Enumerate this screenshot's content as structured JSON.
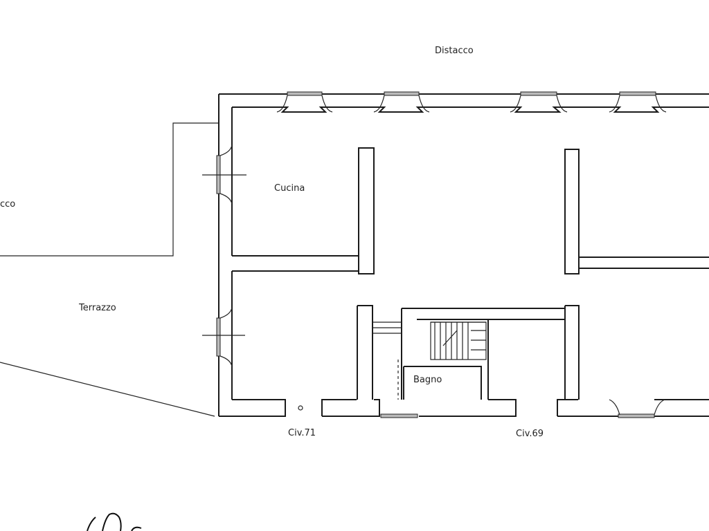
{
  "plan": {
    "labels": {
      "distacco_top": "Distacco",
      "distacco_left": "cco",
      "cucina": "Cucina",
      "terrazzo": "Terrazzo",
      "bagno": "Bagno",
      "civ_71": "Civ.71",
      "civ_69": "Civ.69"
    },
    "colors": {
      "background": "#ffffff",
      "line": "#1a1a1a",
      "window_fill": "#bbbbbb"
    }
  }
}
